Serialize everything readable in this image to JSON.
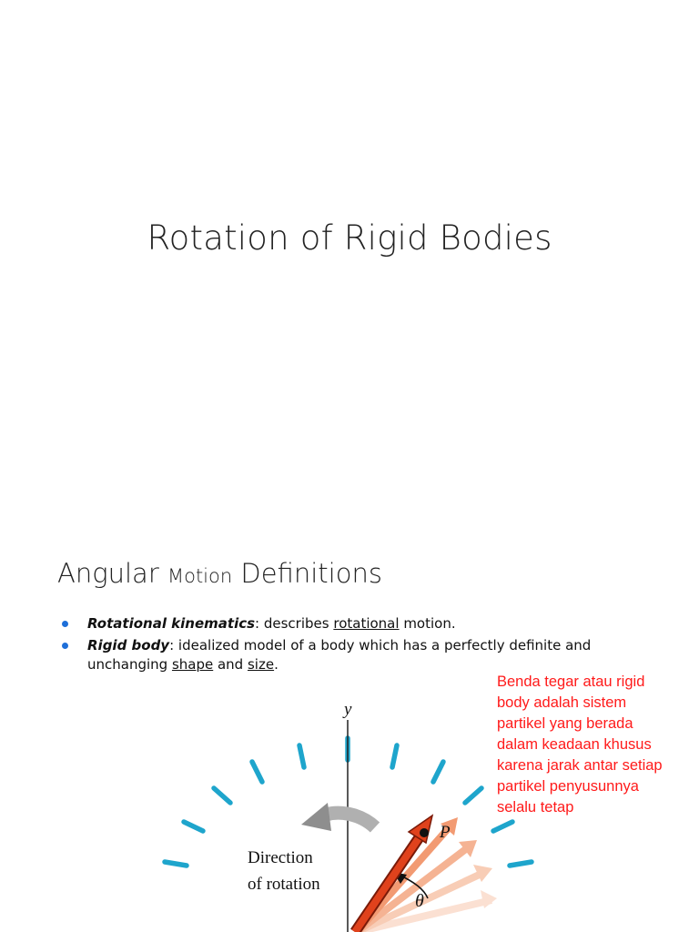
{
  "slide1": {
    "title": "Rotation of Rigid Bodies"
  },
  "slide2": {
    "heading_part1": "Angular ",
    "heading_part2": "Motion",
    "heading_part3": " Definitions",
    "bullets": [
      {
        "term": "Rotational kinematics",
        "text_a": ": describes ",
        "underlined": "rotational",
        "text_b": " motion."
      },
      {
        "term": "Rigid body",
        "text_a": ": idealized model of a body which has a perfectly definite and unchanging ",
        "underlined": "shape",
        "text_b": " and ",
        "underlined2": "size",
        "text_c": "."
      }
    ],
    "note": "Benda tegar atau rigid\nbody adalah sistem\npartikel yang berada\ndalam keadaan khusus\nkarena jarak antar setiap\npartikel penyusunnya\nselalu tetap",
    "figure": {
      "axis_label": "y",
      "point_label": "P",
      "angle_label": "θ",
      "direction_label_line1": "Direction",
      "direction_label_line2": "of rotation",
      "colors": {
        "tick": "#1ea5cc",
        "arrow_main": "#e0421c",
        "arrow_shadow": "#f29a72",
        "rotation_arrow": "#9a9a9a"
      }
    }
  }
}
